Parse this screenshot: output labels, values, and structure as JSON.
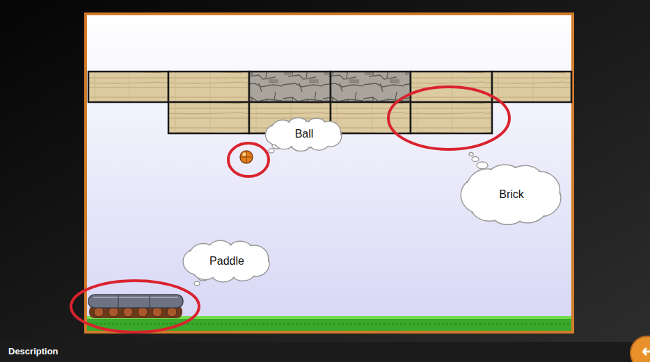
{
  "diagram": {
    "nodes": [
      {
        "text": [
          "Ball"
        ]
      },
      {
        "text": [
          "Brick"
        ]
      },
      {
        "text": [
          "Paddle"
        ]
      }
    ],
    "edges": [],
    "labels": [
      "Description"
    ]
  }
}
